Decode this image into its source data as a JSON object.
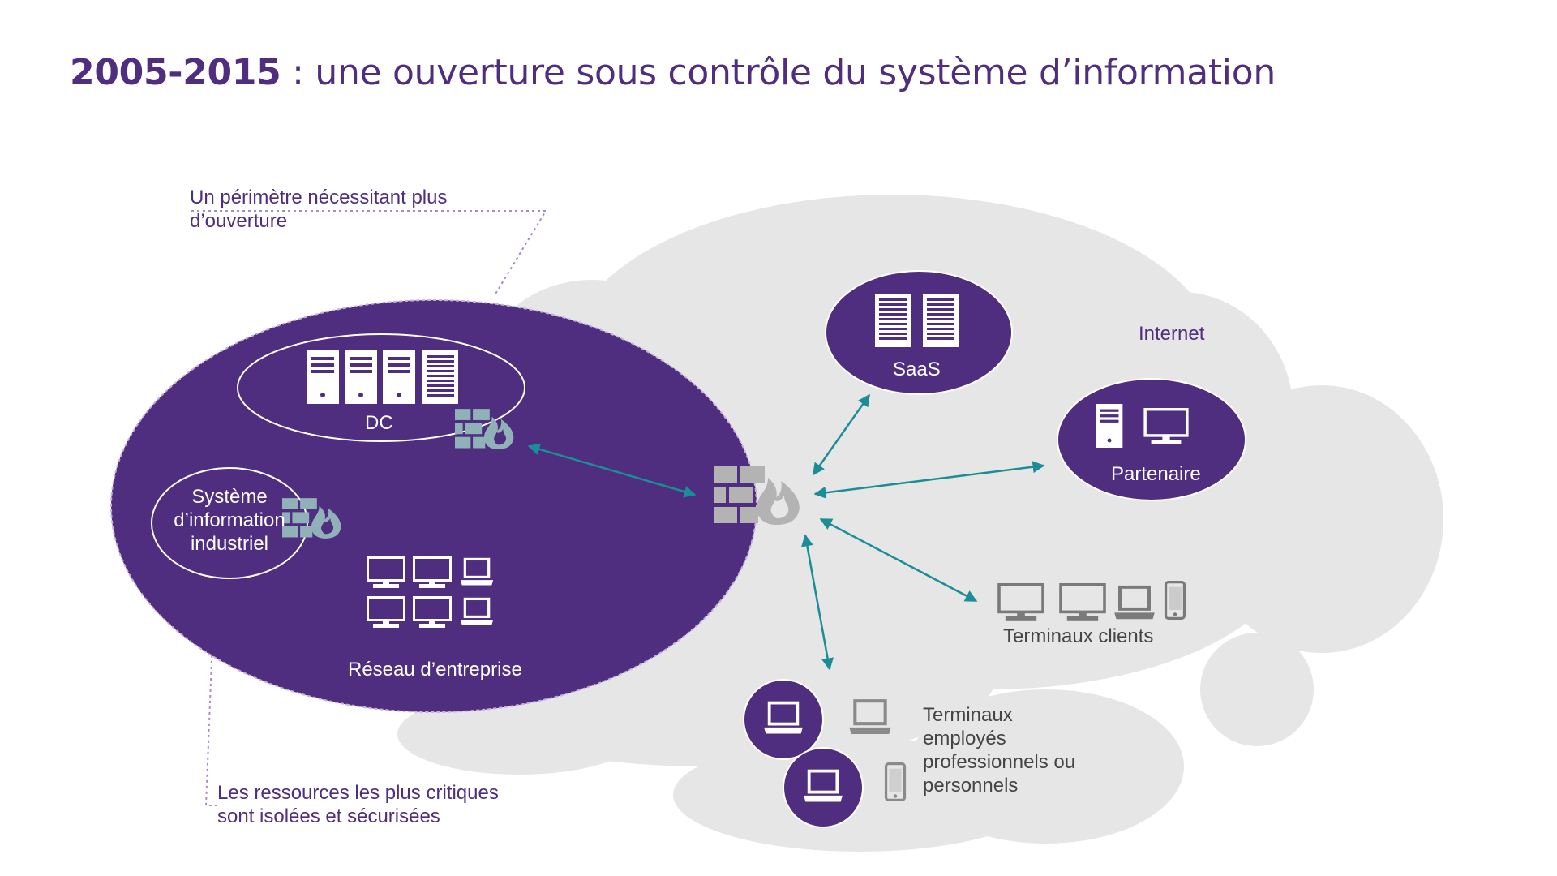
{
  "title": {
    "bold": "2005-2015",
    "rest": " : une ouverture sous contrôle du système d’information"
  },
  "callouts": {
    "perimeter": [
      "Un périmètre nécessitant plus",
      "d’ouverture"
    ],
    "critical": [
      "Les ressources les plus critiques",
      "sont isolées et sécurisées"
    ]
  },
  "nodes": {
    "dc": "DC",
    "industrial": [
      "Système",
      "d’information",
      "industriel"
    ],
    "enterprise_network": "Réseau d’entreprise",
    "internet": "Internet",
    "saas": "SaaS",
    "partner": "Partenaire",
    "client_terminals": "Terminaux clients",
    "employee_terminals": [
      "Terminaux",
      "employés",
      "professionnels ou",
      "personnels"
    ]
  },
  "colors": {
    "purple": "#4f2d7f",
    "cloud": "#e6e6e6",
    "teal_arrow": "#1a8d96",
    "firewall_teal": "#8fb1b7",
    "firewall_grey": "#b3b3b3",
    "device_grey": "#7a7a7a"
  },
  "icons": [
    "server-icon",
    "firewall-icon",
    "monitor-icon",
    "laptop-icon",
    "smartphone-icon"
  ]
}
